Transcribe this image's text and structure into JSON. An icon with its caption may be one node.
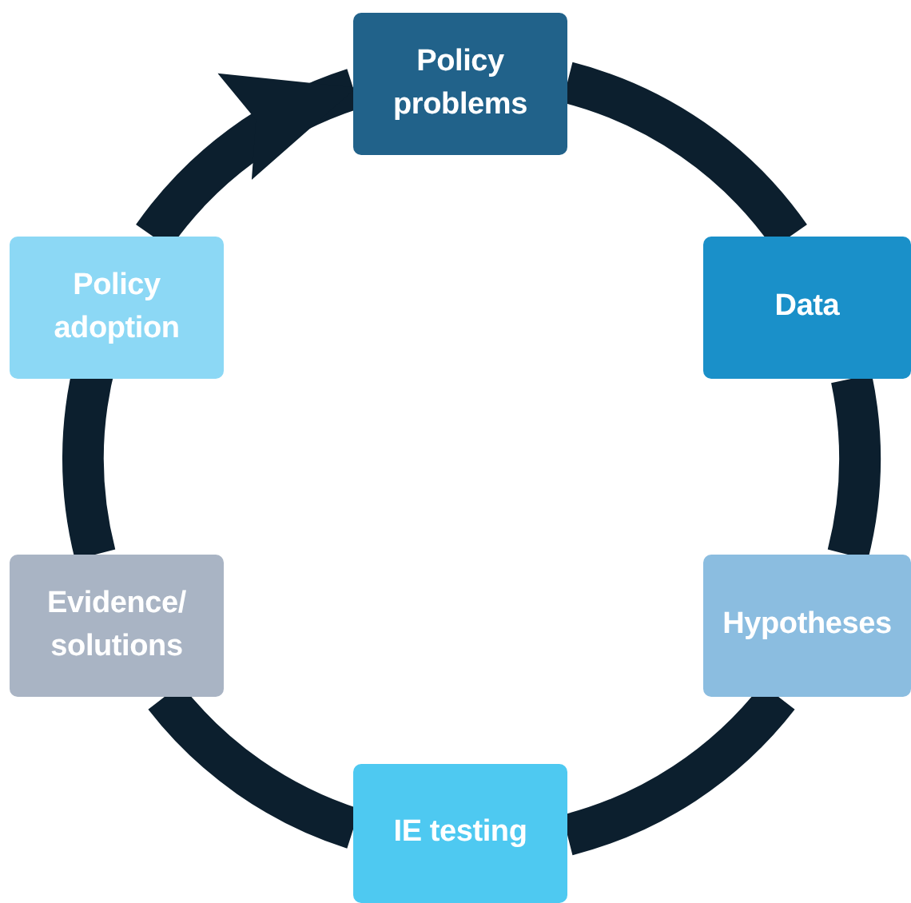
{
  "diagram": {
    "nodes": [
      {
        "text": [
          "Policy problems"
        ]
      },
      {
        "text": [
          "Data"
        ]
      },
      {
        "text": [
          "Hypotheses"
        ]
      },
      {
        "text": [
          "IE testing"
        ]
      },
      {
        "text": [
          "Evidence/ solutions"
        ]
      },
      {
        "text": [
          "Policy adoption"
        ]
      }
    ],
    "edges": [
      {
        "from": 0,
        "to": 1,
        "arrow": "none"
      },
      {
        "from": 1,
        "to": 2,
        "arrow": "none"
      },
      {
        "from": 2,
        "to": 3,
        "arrow": "none"
      },
      {
        "from": 3,
        "to": 4,
        "arrow": "none"
      },
      {
        "from": 4,
        "to": 5,
        "arrow": "none"
      },
      {
        "from": 5,
        "to": 0,
        "arrow": "to"
      }
    ]
  }
}
